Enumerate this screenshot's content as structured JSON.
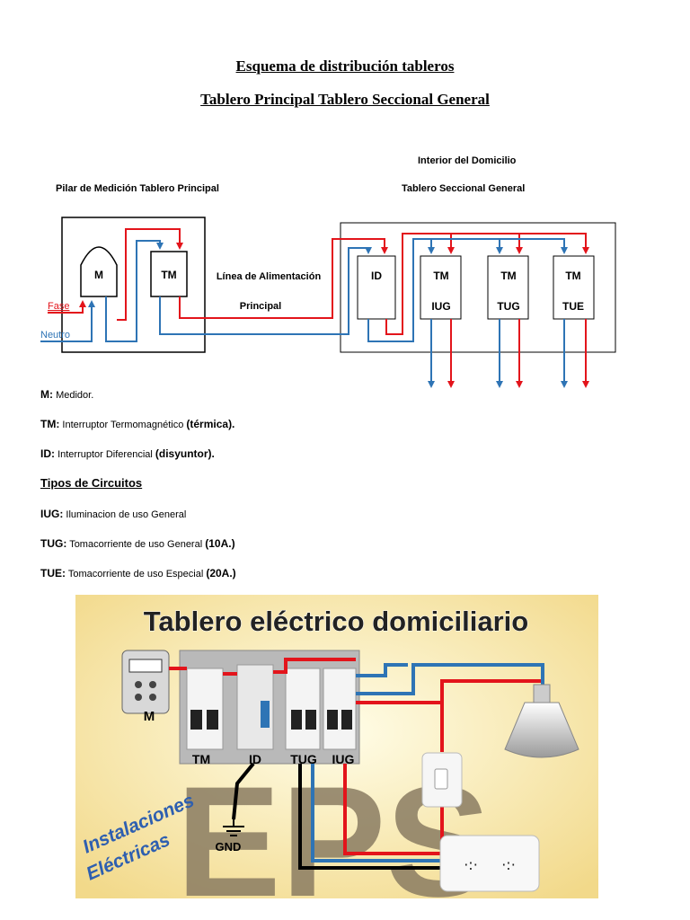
{
  "header": {
    "title": "Esquema de distribución tableros",
    "subtitle": "Tablero Principal Tablero Seccional General"
  },
  "diagram": {
    "left_caption": "Pilar de Medición Tablero Principal",
    "right_caption_top": "Interior del Domicilio",
    "right_caption_bottom": "Tablero Seccional General",
    "meter_label": "M",
    "main_breaker_label": "TM",
    "feed_line_label_1": "Línea de Alimentación",
    "feed_line_label_2": "Principal",
    "phase_label": "Fase",
    "neutral_label": "Neutro",
    "id_label": "ID",
    "circuits": [
      {
        "top": "TM",
        "bottom": "IUG"
      },
      {
        "top": "TM",
        "bottom": "TUG"
      },
      {
        "top": "TM",
        "bottom": "TUE"
      }
    ],
    "colors": {
      "phase": "#e3141b",
      "neutral": "#2e74b5"
    }
  },
  "legend": [
    {
      "key": "M:",
      "text": "Medidor.",
      "bold_suffix": ""
    },
    {
      "key": "TM:",
      "text": "Interruptor Termomagnético ",
      "bold_suffix": "(térmica)."
    },
    {
      "key": "ID:",
      "text": "Interruptor Diferencial ",
      "bold_suffix": "(disyuntor)."
    }
  ],
  "circuit_types_title": "Tipos de Circuitos",
  "circuit_types": [
    {
      "key": "IUG:",
      "text": "Iluminacion de uso General",
      "bold_suffix": ""
    },
    {
      "key": "TUG:",
      "text": "Tomacorriente de uso General ",
      "bold_suffix": "(10A.)"
    },
    {
      "key": "TUE:",
      "text": "Tomacorriente de uso Especial ",
      "bold_suffix": "(20A.)"
    }
  ],
  "photo": {
    "title": "Tablero eléctrico domiciliario",
    "meter_label": "M",
    "labels": [
      "TM",
      "ID",
      "TUG",
      "IUG"
    ],
    "gnd_label": "GND",
    "brand_text": "EPS",
    "watermark_line1": "Instalaciones",
    "watermark_line2": "Eléctricas"
  }
}
